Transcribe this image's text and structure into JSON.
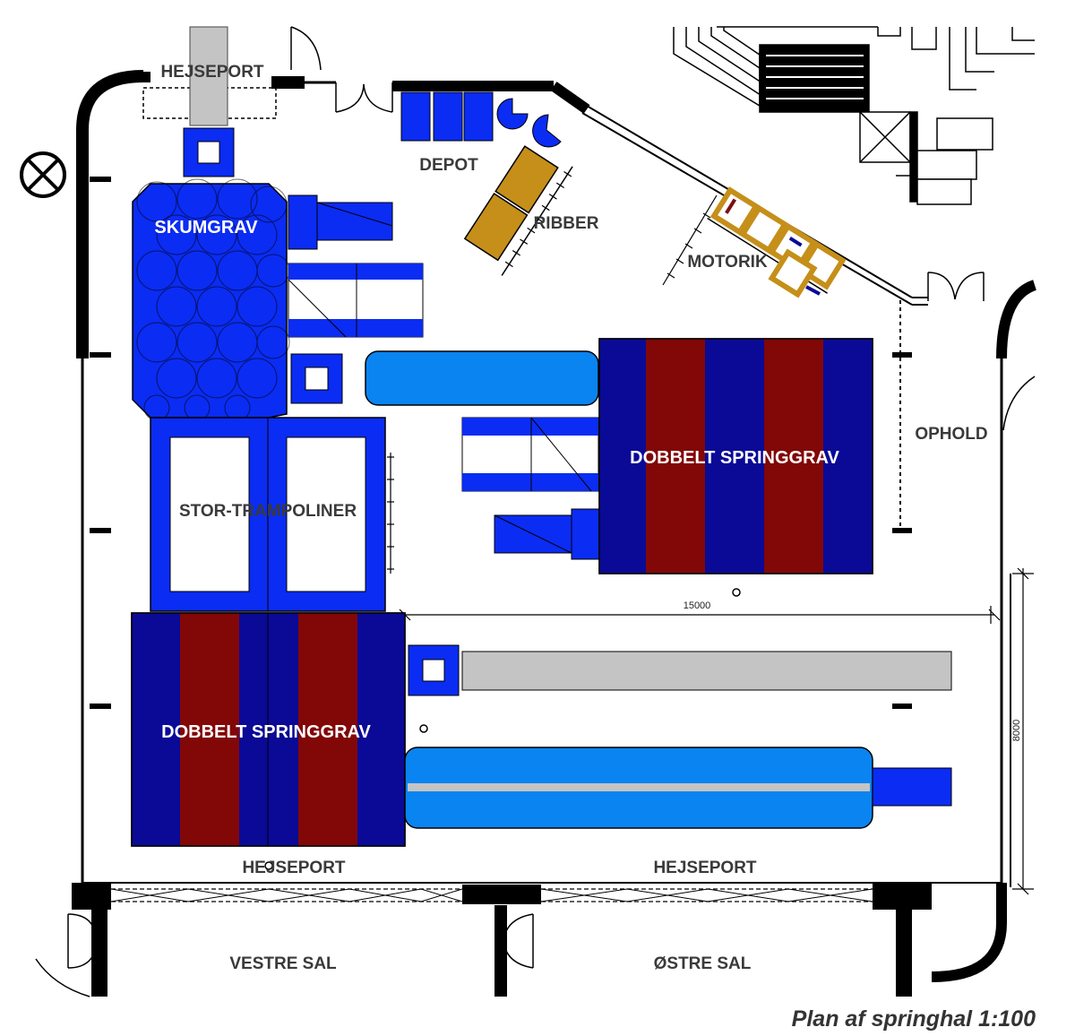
{
  "colors": {
    "blue": "#0b2cf2",
    "light_blue": "#0a84f0",
    "navy": "#0a0a96",
    "maroon": "#820707",
    "gold": "#c58f19",
    "gray": "#c4c4c4",
    "wall": "#000000"
  },
  "labels": {
    "hejseport_top": "HEJSEPORT",
    "depot": "DEPOT",
    "ribber": "RIBBER",
    "motorik": "MOTORIK",
    "skumgrav": "SKUMGRAV",
    "ophold": "OPHOLD",
    "dobbelt_springgrav_right": "DOBBELT SPRINGGRAV",
    "stor_trampoliner": "STOR-TRAMPOLINER",
    "dobbelt_springgrav_left": "DOBBELT SPRINGGRAV",
    "hejseport_bottom_left": "HEJSEPORT",
    "hejseport_bottom_right": "HEJSEPORT",
    "vestre_sal": "VESTRE SAL",
    "ostre_sal": "ØSTRE SAL"
  },
  "dimensions": {
    "width_mm": "15000",
    "depth_mm": "8000"
  },
  "caption": "Plan af springhal 1:100",
  "icons": [
    "light-fixture-icon",
    "door-swing-icon",
    "staircase-icon"
  ]
}
